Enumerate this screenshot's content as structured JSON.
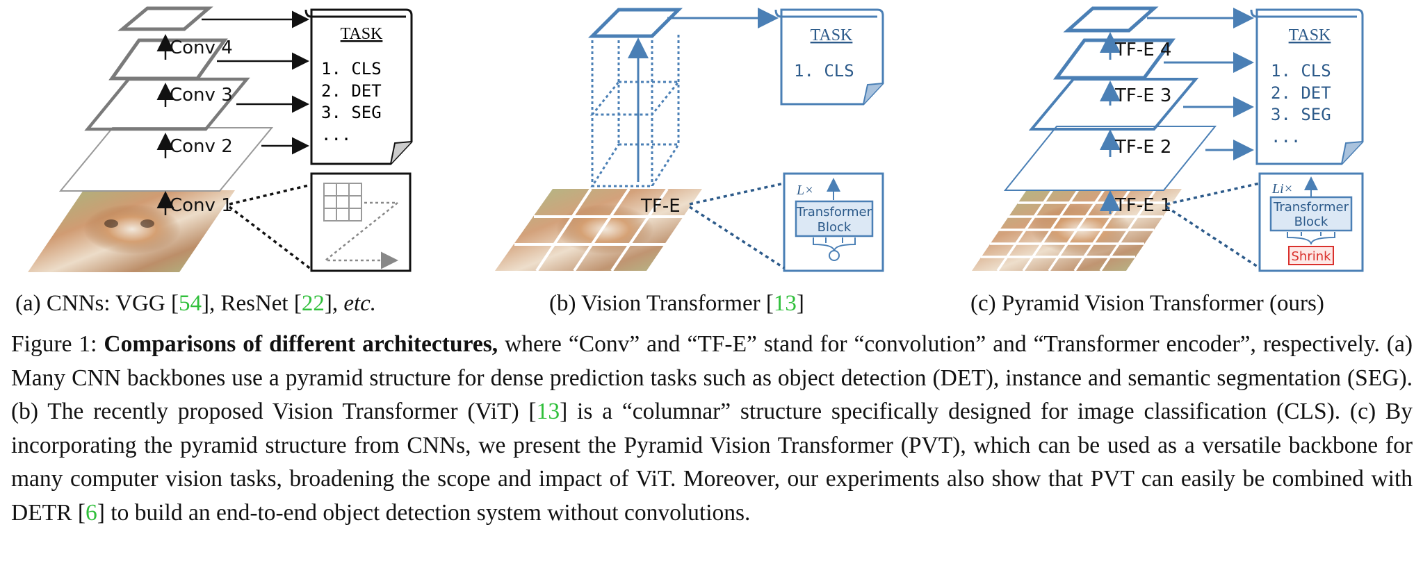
{
  "panel_a": {
    "layers": [
      "Conv 4",
      "Conv 3",
      "Conv 2",
      "Conv 1"
    ],
    "task_title": "TASK",
    "tasks": [
      "1. CLS",
      "2. DET",
      "3. SEG",
      "..."
    ],
    "caption_prefix": "(a) CNNs: VGG [",
    "cite_vgg": "54",
    "caption_mid": "], ResNet [",
    "cite_resnet": "22",
    "caption_end": "], ",
    "caption_etc": "etc."
  },
  "panel_b": {
    "layer": "TF-E",
    "task_title": "TASK",
    "tasks": [
      "1. CLS"
    ],
    "block_repeat": "L×",
    "block_label_1": "Transformer",
    "block_label_2": "Block",
    "caption_prefix": "(b) Vision Transformer [",
    "cite_vit": "13",
    "caption_end": "]"
  },
  "panel_c": {
    "layers": [
      "TF-E 4",
      "TF-E 3",
      "TF-E 2",
      "TF-E 1"
    ],
    "task_title": "TASK",
    "tasks": [
      "1. CLS",
      "2. DET",
      "3. SEG",
      "..."
    ],
    "block_repeat": "Li×",
    "block_label_1": "Transformer",
    "block_label_2": "Block",
    "shrink_label": "Shrink",
    "caption": "(c) Pyramid Vision Transformer (ours)"
  },
  "caption": {
    "figure_label": "Figure 1: ",
    "bold_title": "Comparisons of different architectures,",
    "t1": " where “Conv” and “TF-E” stand for “convolution” and “Transformer encoder”, respectively. (a) Many CNN backbones use a pyramid structure for dense prediction tasks such as object detection (DET), instance and semantic segmentation (SEG). (b) The recently proposed Vision Transformer (ViT) [",
    "c1": "13",
    "t2": "] is a “columnar” structure specifically designed for image classification (CLS). (c) By incorporating the pyramid structure from CNNs, we present the Pyramid Vision Transformer (PVT), which can be used as a versatile backbone for many computer vision tasks, broadening the scope and impact of ViT. Moreover, our experiments also show that PVT can easily be combined with DETR [",
    "c2": "6",
    "t3": "] to build an end-to-end object detection system without convolutions."
  },
  "colors": {
    "gray_layer": "#7a7a7a",
    "blue": "#4a7fb5",
    "block_fill": "#dce8f5",
    "shrink_red": "#d9302c",
    "cite_green": "#2fbf3a"
  }
}
